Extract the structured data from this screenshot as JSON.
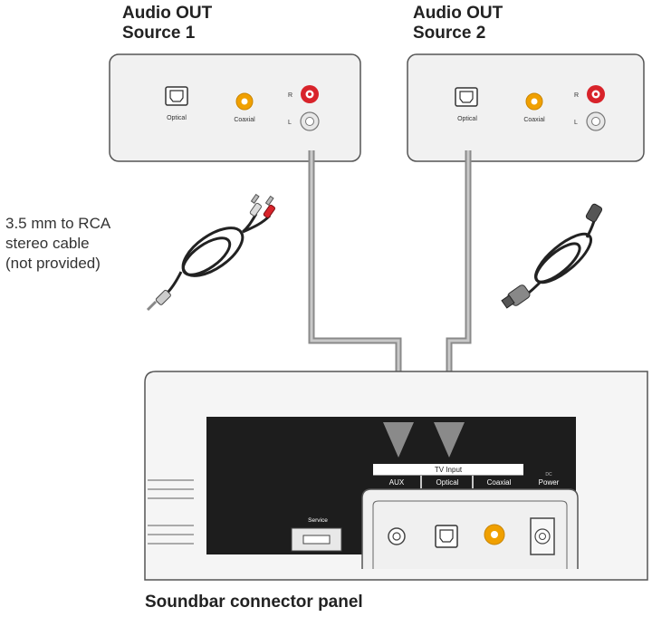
{
  "source1": {
    "title_line1": "Audio OUT",
    "title_line2": "Source 1",
    "optical_label": "Optical",
    "coaxial_label": "Coaxial",
    "r_label": "R",
    "l_label": "L"
  },
  "source2": {
    "title_line1": "Audio OUT",
    "title_line2": "Source 2",
    "optical_label": "Optical",
    "coaxial_label": "Coaxial",
    "r_label": "R",
    "l_label": "L"
  },
  "cable": {
    "line1": "3.5 mm to RCA",
    "line2": "stereo cable",
    "line3": "(not provided)"
  },
  "soundbar": {
    "tv_input_label": "TV Input",
    "aux_label": "AUX",
    "optical_label": "Optical",
    "coaxial_label": "Coaxial",
    "power_small_label": "DC",
    "power_label": "Power",
    "service_label": "Service"
  },
  "panel_title": "Soundbar connector panel",
  "colors": {
    "red_rca": "#d8232a",
    "orange_coax": "#f0a000",
    "white_rca": "#e8e8e8",
    "box_fill": "#f1f1f1",
    "line_gray": "#9a9a9a",
    "panel_black": "#1d1d1d"
  }
}
